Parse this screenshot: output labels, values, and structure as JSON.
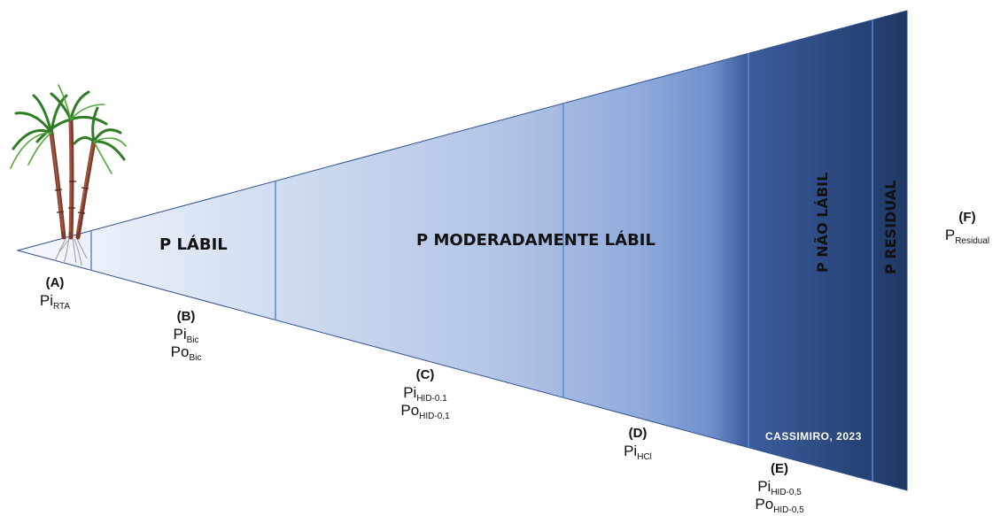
{
  "regions": {
    "labil": "P LÁBIL",
    "moderadamente_labil": "P MODERADAMENTE LÁBIL",
    "nao_labil": "P NÃO LÁBIL",
    "residual": "P RESIDUAL"
  },
  "fractions": {
    "a": {
      "letter": "(A)",
      "lines": [
        {
          "base": "Pi",
          "sub": "RTA"
        }
      ]
    },
    "b": {
      "letter": "(B)",
      "lines": [
        {
          "base": "Pi",
          "sub": "Bic"
        },
        {
          "base": "Po",
          "sub": "Bic"
        }
      ]
    },
    "c": {
      "letter": "(C)",
      "lines": [
        {
          "base": "Pi",
          "sub": "HID-0.1"
        },
        {
          "base": "Po",
          "sub": "HID-0,1"
        }
      ]
    },
    "d": {
      "letter": "(D)",
      "lines": [
        {
          "base": "Pi",
          "sub": "HCl"
        }
      ]
    },
    "e": {
      "letter": "(E)",
      "lines": [
        {
          "base": "Pi",
          "sub": "HID-0,5"
        },
        {
          "base": "Po",
          "sub": "HID-0,5"
        }
      ]
    },
    "f": {
      "letter": "(F)",
      "lines": [
        {
          "base": "P",
          "sub": "Residual"
        }
      ]
    }
  },
  "credit": "CASSIMIRO, 2023",
  "colors": {
    "gradient_start": "#f7f9fd",
    "gradient_mid": "#b4c6e6",
    "gradient_blue": "#8eaadb",
    "gradient_dark": "#2b4a86",
    "gradient_end": "#1f3864",
    "divider": "#5b8bd0"
  },
  "icons": {
    "plant": "sugarcane-plant-icon"
  }
}
